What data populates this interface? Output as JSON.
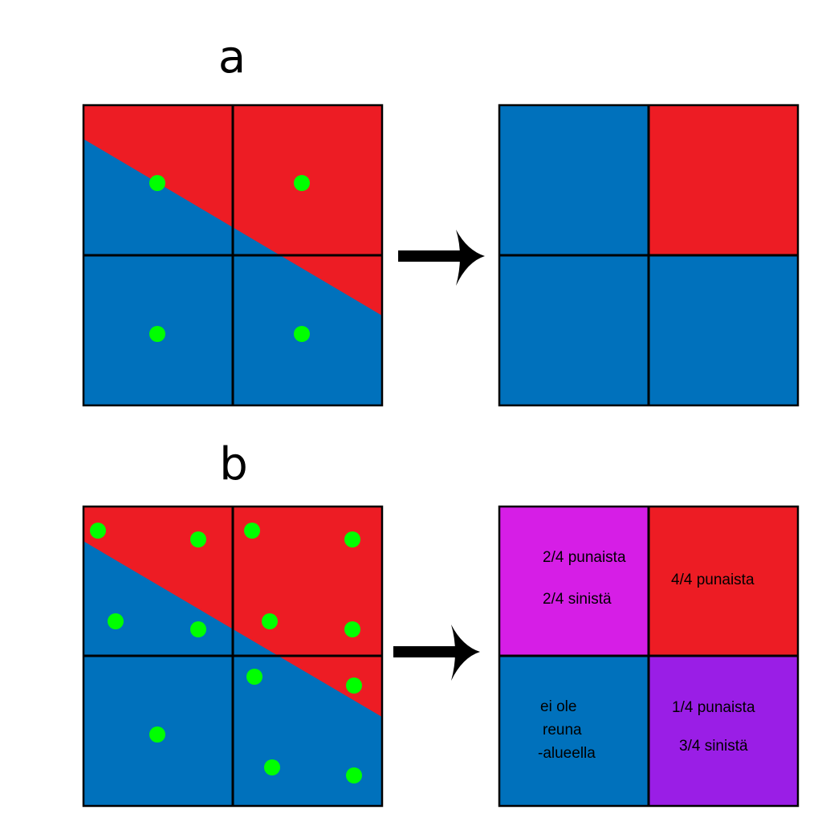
{
  "colors": {
    "red": "#ed1c24",
    "blue": "#0071bc",
    "green_dot": "#00ff00",
    "magenta": "#d61ee6",
    "violet": "#9a1ee6",
    "grid_line": "#000000",
    "arrow": "#000000"
  },
  "panel_a": {
    "label": "a",
    "result_cells": {
      "top_left": "blue",
      "top_right": "red",
      "bottom_left": "blue",
      "bottom_right": "blue"
    }
  },
  "panel_b": {
    "label": "b",
    "result_cells": {
      "top_left": {
        "color": "magenta",
        "lines": [
          "2/4 punaista",
          "2/4 sinistä"
        ]
      },
      "top_right": {
        "color": "red",
        "lines": [
          "4/4 punaista"
        ]
      },
      "bottom_left": {
        "color": "blue",
        "lines": [
          "ei ole",
          "reuna",
          "-alueella"
        ]
      },
      "bottom_right": {
        "color": "violet",
        "lines": [
          "1/4 punaista",
          "3/4 sinistä"
        ]
      }
    }
  },
  "icons": [
    "arrow-right-icon"
  ]
}
